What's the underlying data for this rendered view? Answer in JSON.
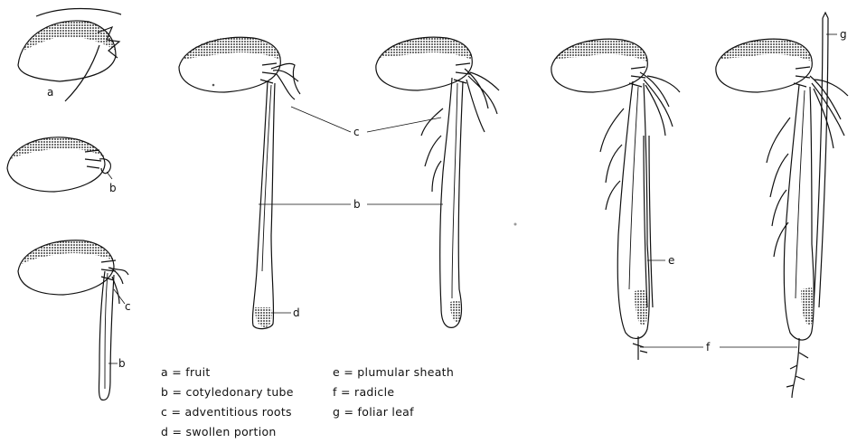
{
  "labels": {
    "a": "a",
    "b": "b",
    "c": "c",
    "d": "d",
    "e": "e",
    "f": "f",
    "g": "g"
  },
  "legend": [
    {
      "text": "a = fruit"
    },
    {
      "text": "b = cotyledonary tube"
    },
    {
      "text": "c = adventitious roots"
    },
    {
      "text": "d = swollen portion"
    },
    {
      "text": "e = plumular sheath"
    },
    {
      "text": "f = radicle"
    },
    {
      "text": "g = foliar leaf"
    }
  ]
}
